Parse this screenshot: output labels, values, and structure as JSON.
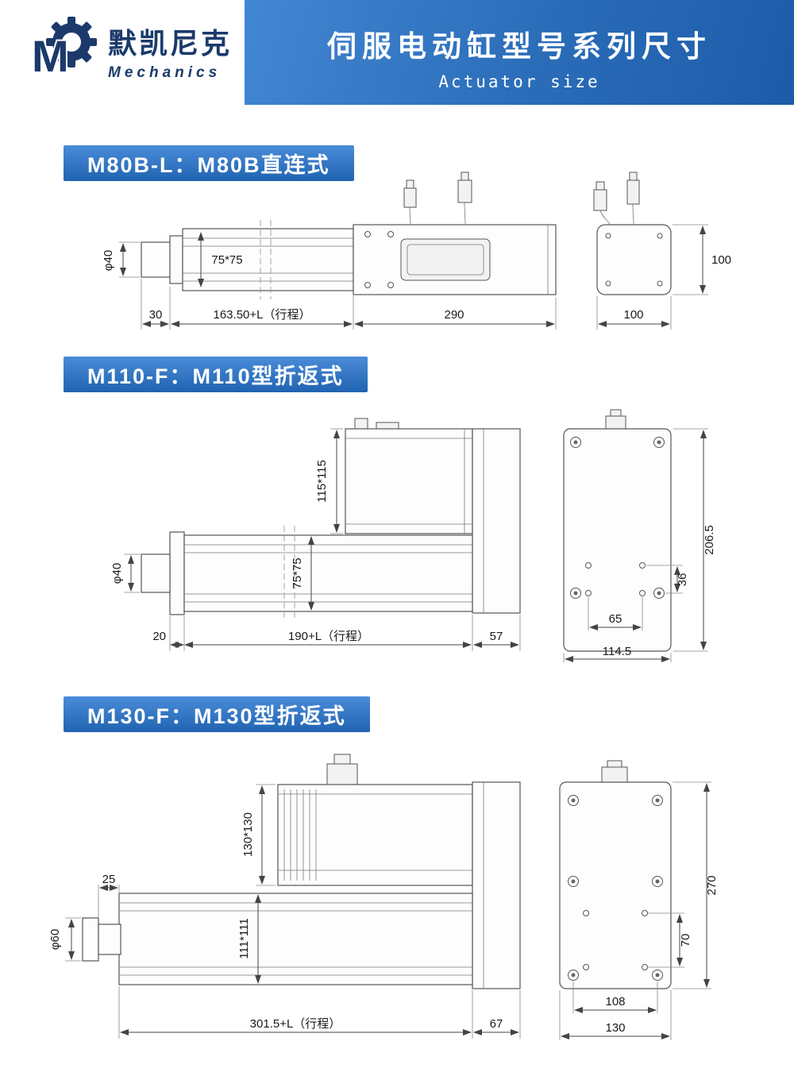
{
  "header": {
    "logo_cn": "默凯尼克",
    "logo_en": "Mechanics",
    "title_cn": "伺服电动缸型号系列尺寸",
    "title_en": "Actuator size"
  },
  "sections": {
    "s1": {
      "title": "M80B-L：M80B直连式",
      "dims": {
        "rod_dia": "φ40",
        "body": "75*75",
        "d30": "30",
        "stroke": "163.50+L（行程）",
        "d290": "290",
        "side_h": "100",
        "side_w": "100"
      }
    },
    "s2": {
      "title": "M110-F：M110型折返式",
      "dims": {
        "motor": "115*115",
        "body": "75*75",
        "rod_dia": "φ40",
        "d20": "20",
        "stroke": "190+L（行程）",
        "d57": "57",
        "h": "206.5",
        "d36": "36",
        "d65": "65",
        "w": "114.5"
      }
    },
    "s3": {
      "title": "M130-F：M130型折返式",
      "dims": {
        "motor": "130*130",
        "body": "111*111",
        "rod_dia": "φ60",
        "d25": "25",
        "stroke": "301.5+L（行程）",
        "d67": "67",
        "h": "270",
        "d70": "70",
        "d108": "108",
        "w": "130"
      }
    }
  }
}
